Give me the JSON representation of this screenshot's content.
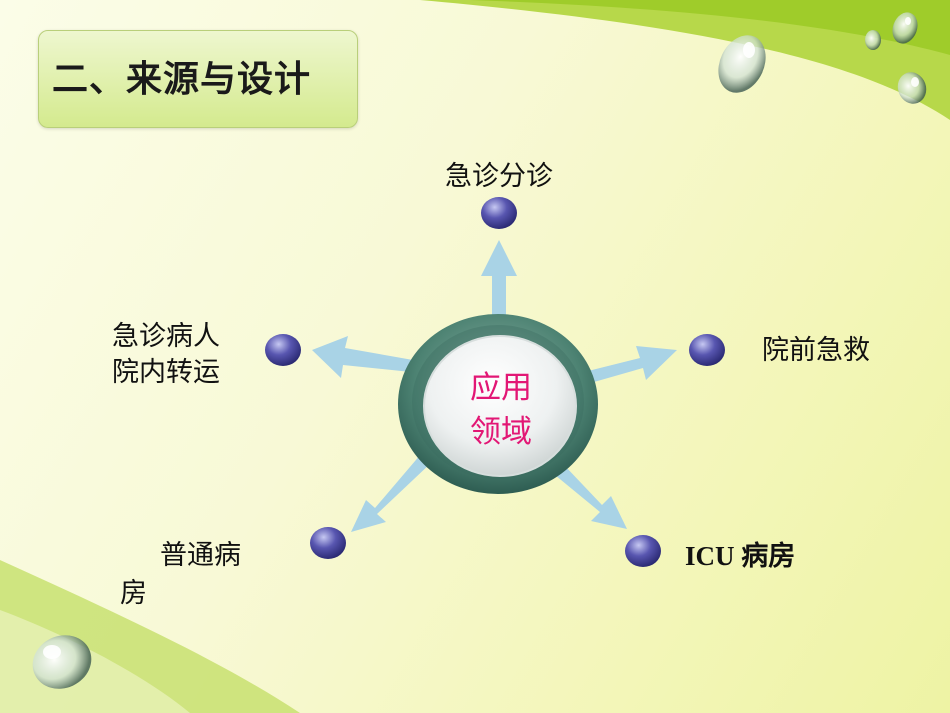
{
  "title": "二、来源与设计",
  "center": {
    "line1": "应用",
    "line2": "领域"
  },
  "nodes": {
    "top": "急诊分诊",
    "left_line1": "急诊病人",
    "left_line2": "院内转运",
    "right": "院前急救",
    "bottom_left_line1": "普通病",
    "bottom_left_line2": "房",
    "bottom_right": "ICU 病房"
  },
  "colors": {
    "center_text": "#e21775",
    "node": "#4b4a9e",
    "arrow": "#a9d3e6",
    "ring": "#3f7a6d"
  }
}
